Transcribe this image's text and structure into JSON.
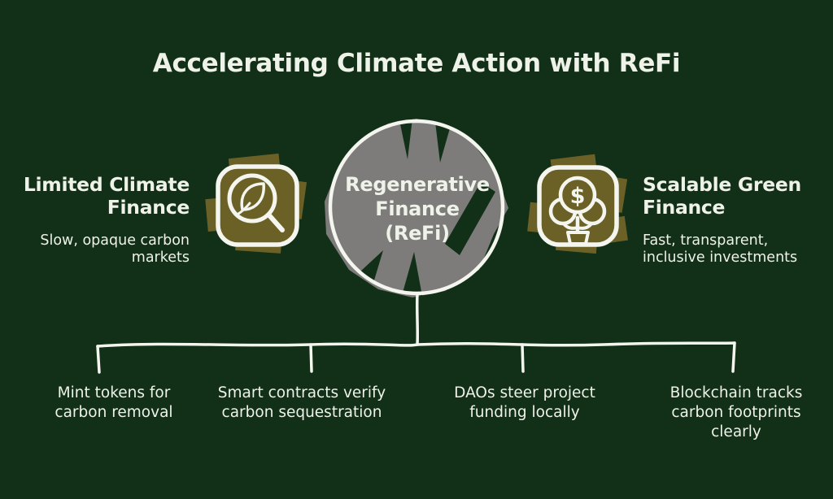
{
  "title": "Accelerating Climate Action with ReFi",
  "colors": {
    "background": "#122f18",
    "text_cream": "#eef2e8",
    "olive": "#6b6126",
    "circle_gray": "#7d7c7a",
    "stroke_white": "#f3f5ee"
  },
  "center": {
    "lines": [
      "Regenerative",
      "Finance",
      "(ReFi)"
    ]
  },
  "left": {
    "icon": "leaf-magnifier-icon",
    "heading_lines": [
      "Limited Climate",
      "Finance"
    ],
    "sub_lines": [
      "Slow, opaque carbon",
      "markets"
    ]
  },
  "right": {
    "icon": "money-tree-icon",
    "dollar_glyph": "$",
    "heading_lines": [
      "Scalable Green",
      "Finance"
    ],
    "sub_lines": [
      "Fast, transparent,",
      "inclusive investments"
    ]
  },
  "branches": [
    {
      "lines": [
        "Mint tokens for",
        "carbon removal",
        ""
      ]
    },
    {
      "lines": [
        "Smart contracts verify",
        "carbon sequestration",
        ""
      ]
    },
    {
      "lines": [
        "DAOs steer project",
        "funding locally",
        ""
      ]
    },
    {
      "lines": [
        "Blockchain tracks",
        "carbon footprints",
        "clearly"
      ]
    }
  ]
}
